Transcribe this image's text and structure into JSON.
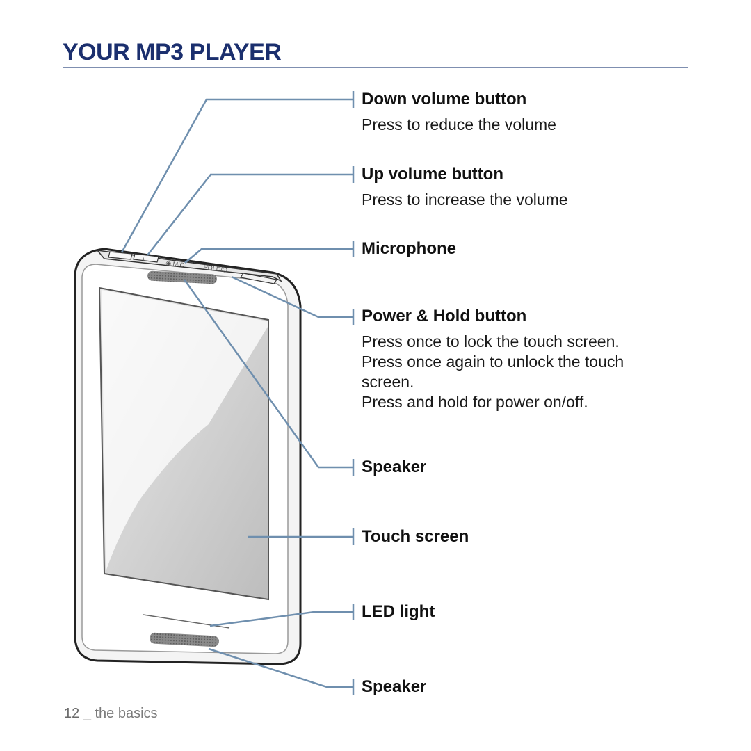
{
  "title": "YOUR MP3 PLAYER",
  "device": {
    "button_minus": "–",
    "button_plus": "+",
    "mic_text": "◉ MIC",
    "hold_text": "HOLD/⏻"
  },
  "callouts": [
    {
      "id": "down-volume",
      "label": "Down volume button",
      "desc": [
        "Press to reduce the volume"
      ]
    },
    {
      "id": "up-volume",
      "label": "Up volume button",
      "desc": [
        "Press to increase the volume"
      ]
    },
    {
      "id": "microphone",
      "label": "Microphone",
      "desc": []
    },
    {
      "id": "power-hold",
      "label": "Power & Hold button",
      "desc": [
        "Press once to lock the touch screen.",
        "Press once again to unlock the touch screen.",
        "Press and hold for power on/off."
      ]
    },
    {
      "id": "speaker-top",
      "label": "Speaker",
      "desc": []
    },
    {
      "id": "touch-screen",
      "label": "Touch screen",
      "desc": []
    },
    {
      "id": "led-light",
      "label": "LED light",
      "desc": []
    },
    {
      "id": "speaker-bottom",
      "label": "Speaker",
      "desc": []
    }
  ],
  "footer": {
    "page": "12",
    "separator": "_",
    "section": "the basics"
  },
  "colors": {
    "title": "#1b2f6e",
    "leader_line": "#6f8fae",
    "rule": "#7f8fb0"
  }
}
